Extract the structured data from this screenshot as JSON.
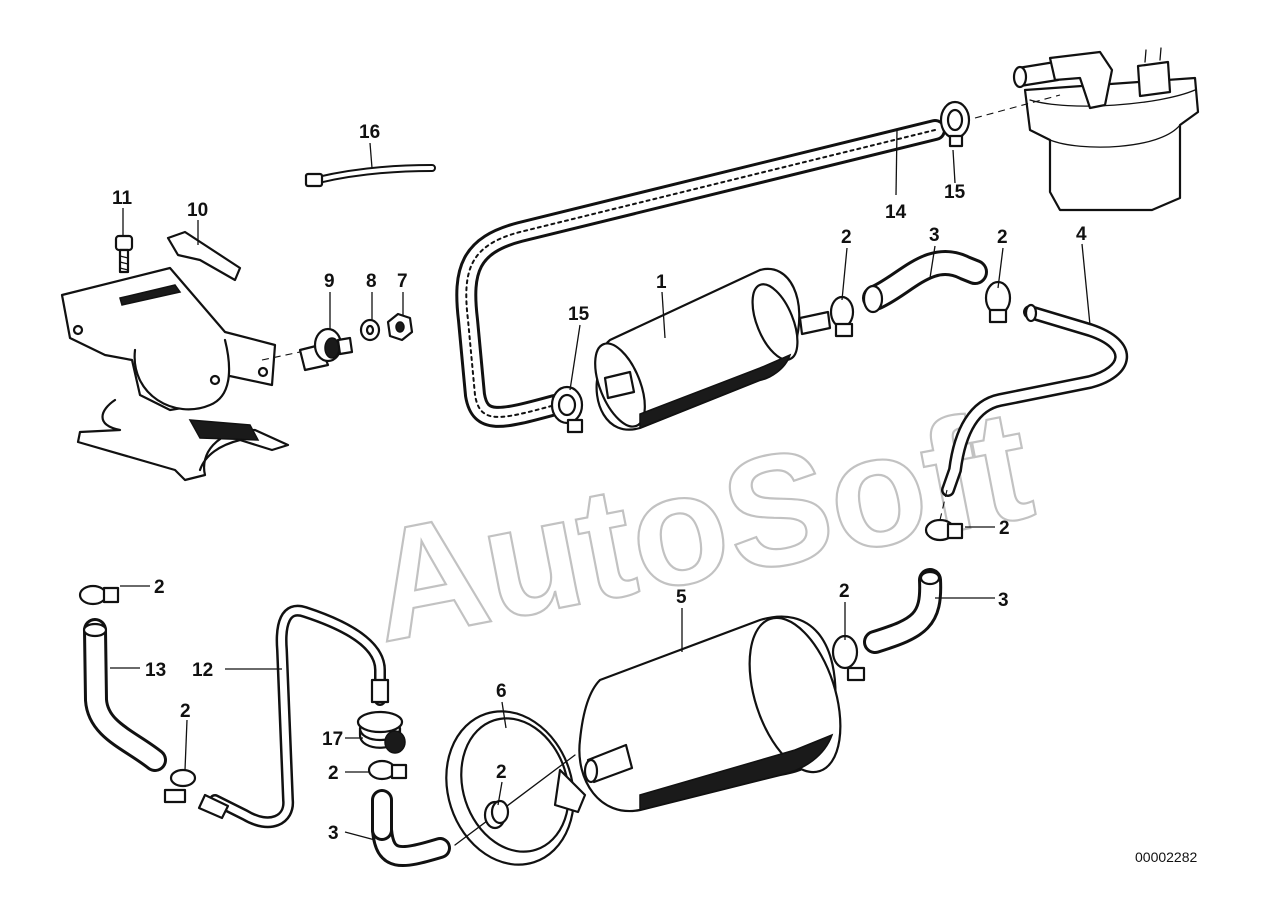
{
  "watermark": "AutoSoft",
  "drawing_number": "00002282",
  "callouts": [
    "1",
    "2",
    "2",
    "2",
    "2",
    "2",
    "2",
    "2",
    "2",
    "3",
    "3",
    "3",
    "4",
    "5",
    "6",
    "7",
    "8",
    "9",
    "10",
    "11",
    "12",
    "13",
    "14",
    "15",
    "15",
    "16",
    "17"
  ]
}
